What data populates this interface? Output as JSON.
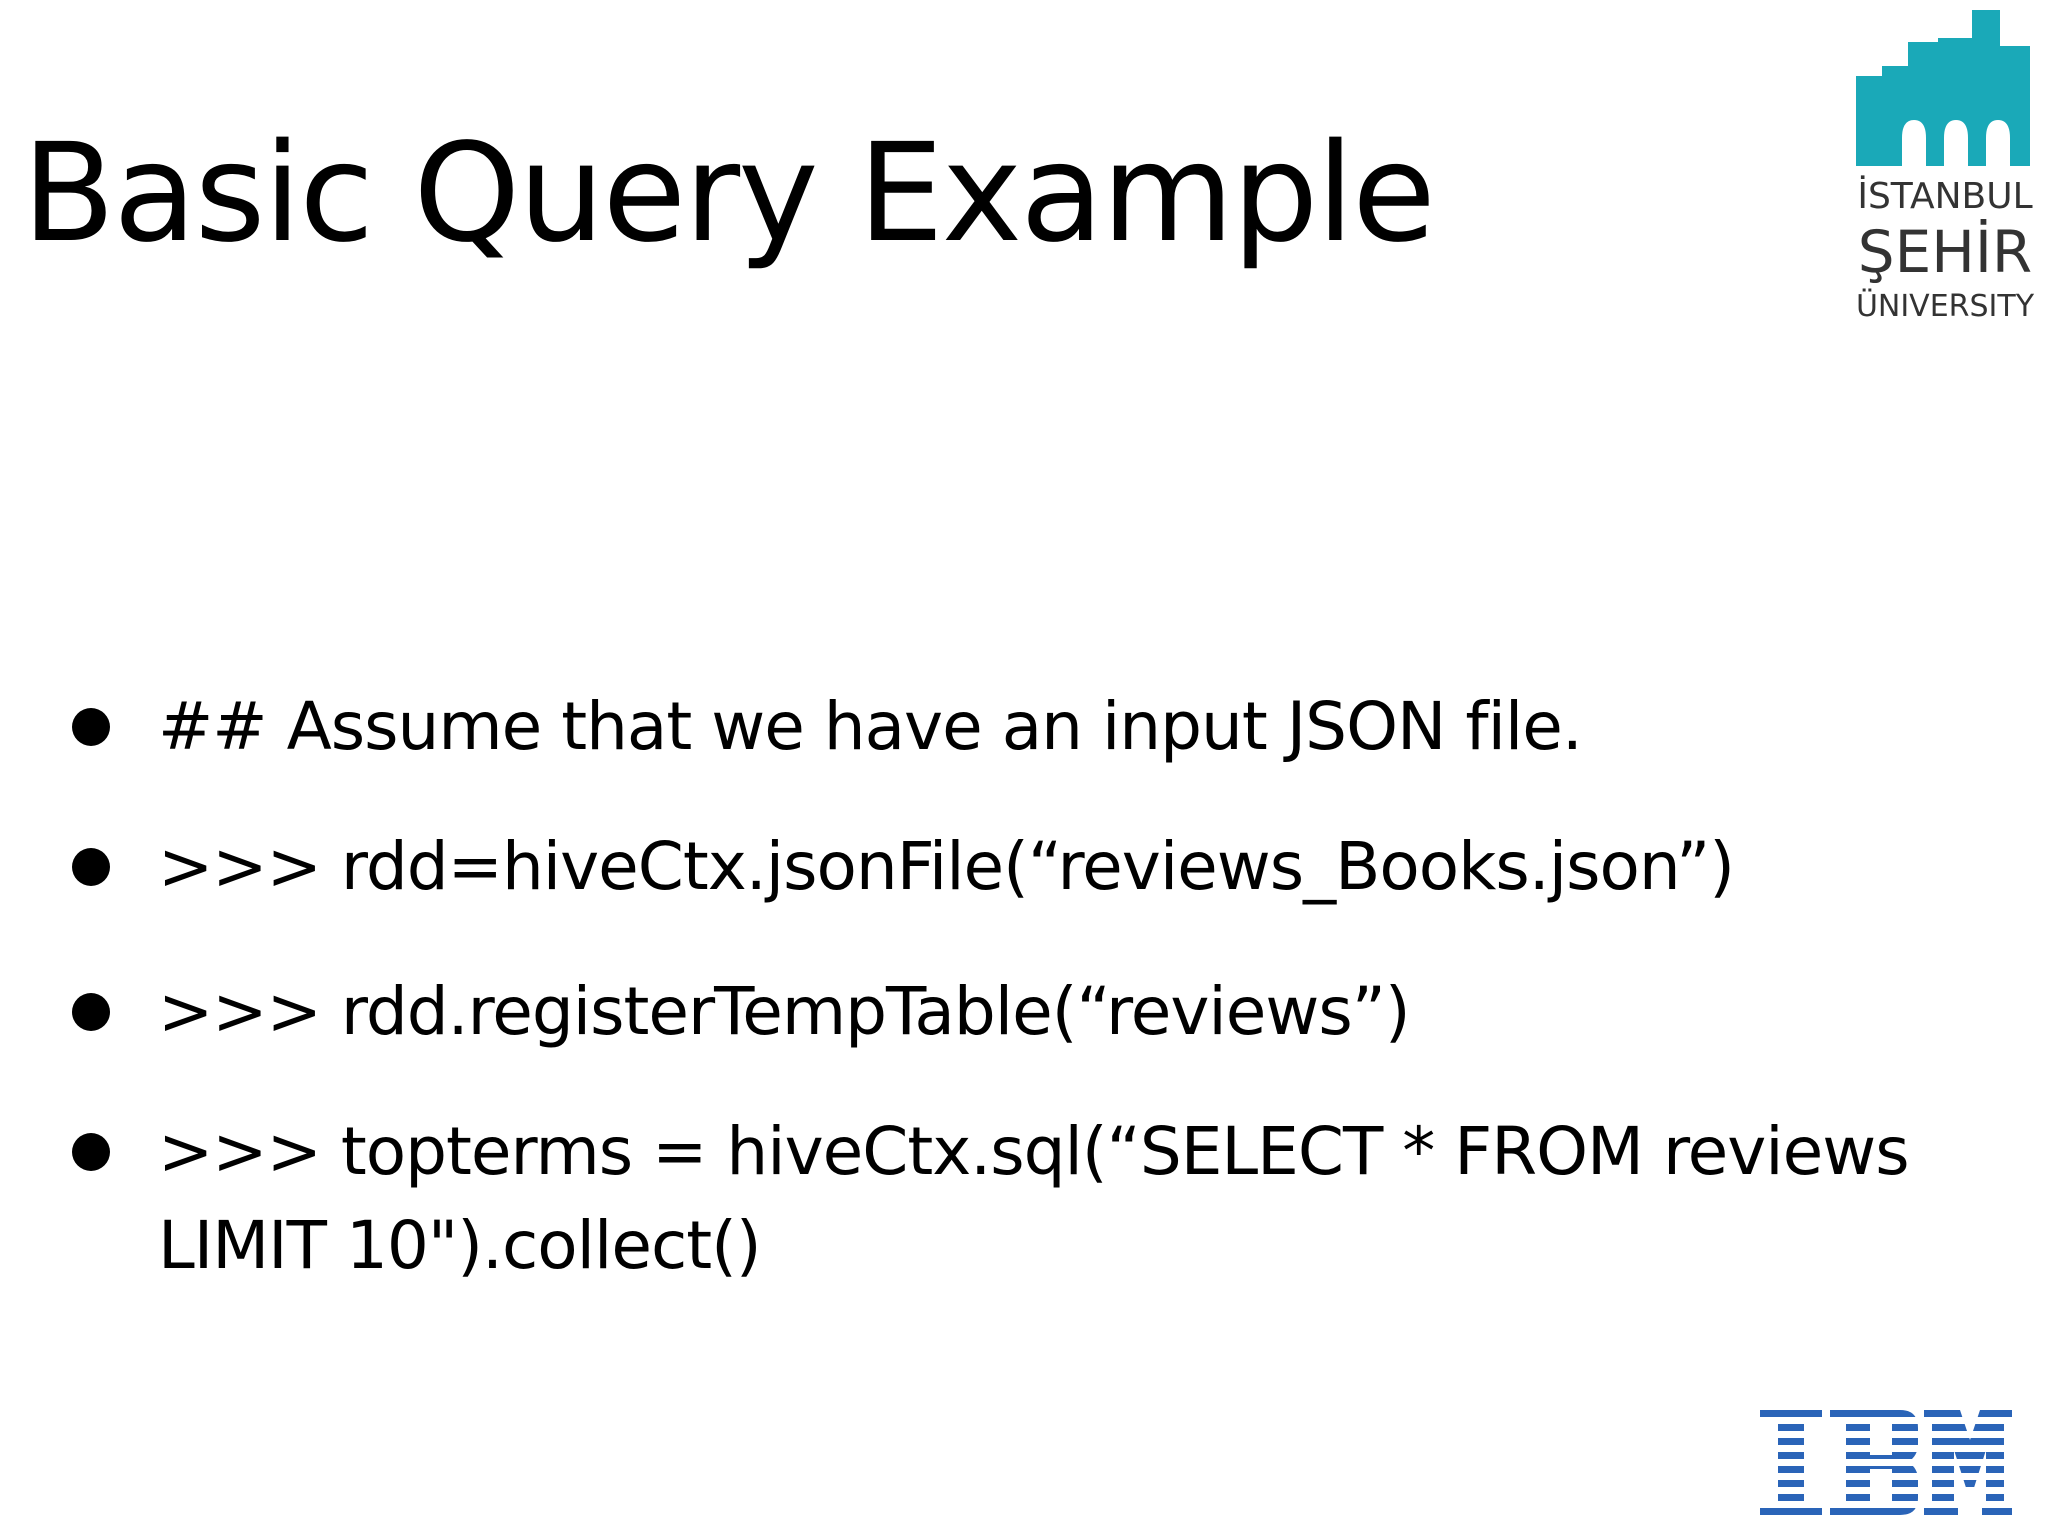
{
  "slide": {
    "title": "Basic Query Example",
    "bullets": [
      "## Assume that we have an input JSON file.",
      ">>> rdd=hiveCtx.jsonFile(“reviews_Books.json”)",
      ">>> rdd.registerTempTable(“reviews”)",
      ">>> topterms = hiveCtx.sql(“SELECT * FROM reviews LIMIT 10\").collect()"
    ]
  },
  "logos": {
    "university": {
      "name": "İSTANBUL ŞEHİR ÜNIVERSITY",
      "line1": "İSTANBUL",
      "line2": "ŞEHİR",
      "line3": "ÜNIVERSITY",
      "color": "#1aa9b8"
    },
    "company": {
      "name": "IBM",
      "color": "#2a64b8"
    }
  },
  "colors": {
    "background": "#ffffff",
    "text": "#000000"
  }
}
